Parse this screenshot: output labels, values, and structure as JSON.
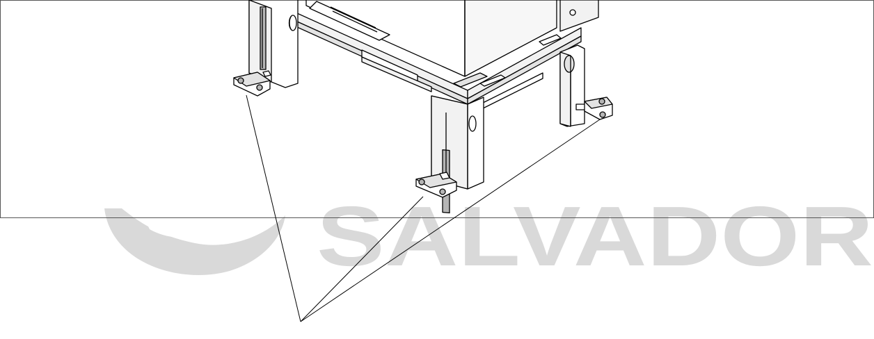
{
  "watermark": {
    "text": "SALVADOR",
    "color": "#d9d9d9"
  },
  "colors": {
    "line": "#000000",
    "frame": "#555555",
    "fill_light": "#f2f2f2",
    "fill_mid": "#e3e3e3",
    "fill_dark": "#b5b5b5"
  },
  "diagram": {
    "parts": [
      "stand-leg",
      "floor-bracket",
      "bracket-screw",
      "cabinet-base",
      "stand-frame"
    ],
    "callout_count": 3
  }
}
